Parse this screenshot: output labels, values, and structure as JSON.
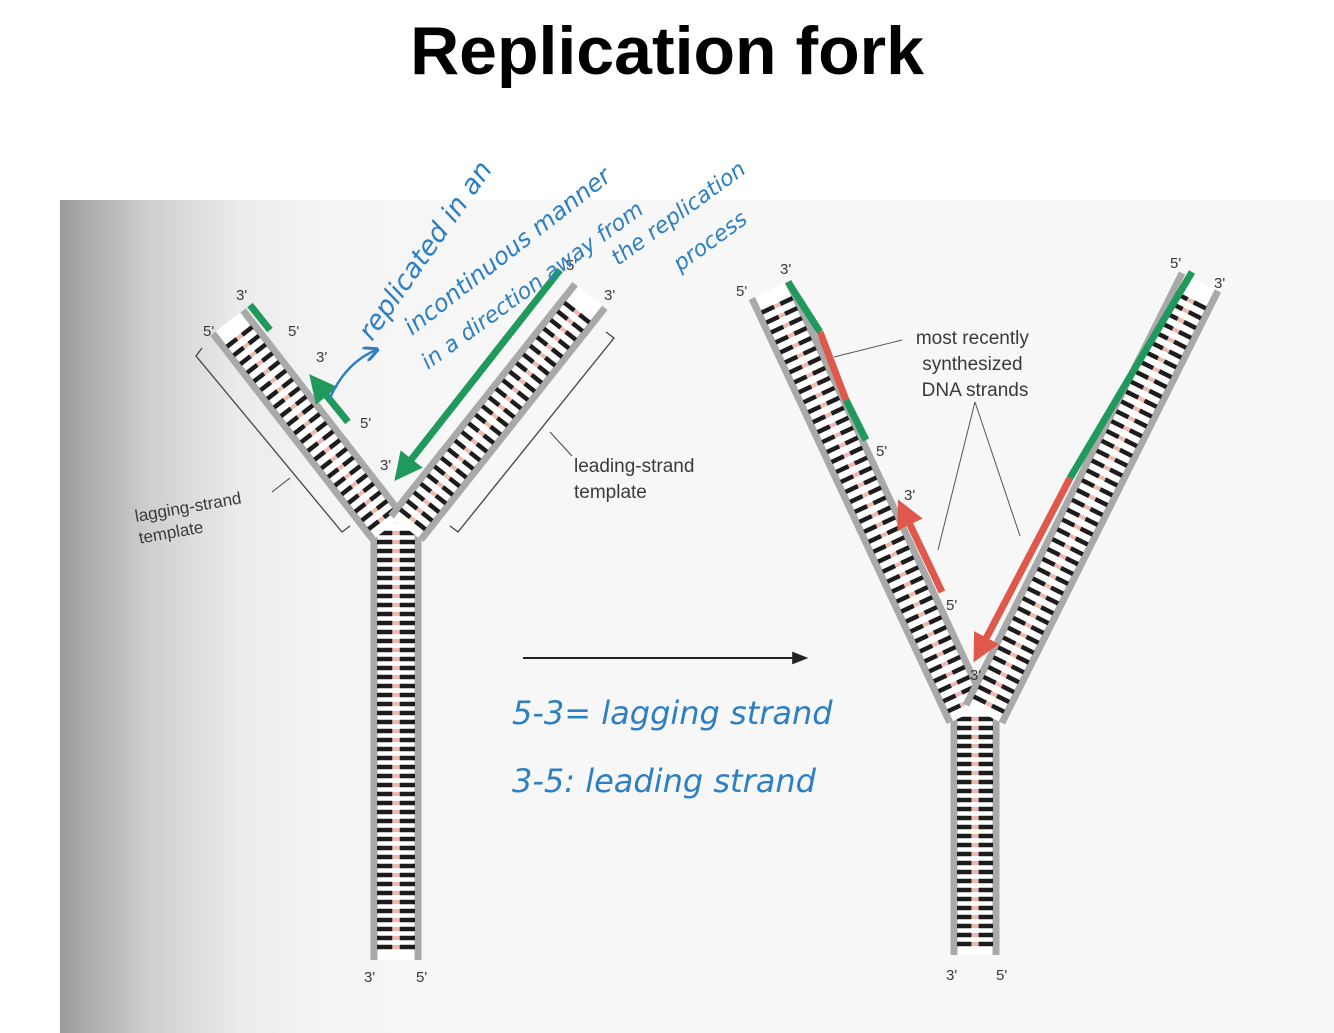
{
  "title": "Replication fork",
  "colors": {
    "template": "#a9a9a9",
    "base": "#1c1c1c",
    "pair": "#f0b7ad",
    "old_strand": "#1f9a5c",
    "new_strand": "#e0574b",
    "ink": "#2d7fc4"
  },
  "left_fork": {
    "end_3_left_arm": "3'",
    "end_5_left_arm_outer": "5'",
    "end_5_left_arm_inner": "5'",
    "okazaki_3": "3'",
    "okazaki_5": "5'",
    "leading_5_top": "5'",
    "leading_3_top": "3'",
    "leading_3_bottom": "3'",
    "stem_3": "3'",
    "stem_5": "5'",
    "lagging_label_line1": "lagging-strand",
    "lagging_label_line2": "template",
    "leading_label_line1": "leading-strand",
    "leading_label_line2": "template"
  },
  "right_fork": {
    "top_5_left": "5'",
    "top_3_left": "3'",
    "top_5_right": "5'",
    "top_3_right": "3'",
    "okazaki_5": "5'",
    "new_3": "3'",
    "new_5": "5'",
    "center_3": "3'",
    "stem_3": "3'",
    "stem_5": "5'",
    "note_line1": "most recently",
    "note_line2": "synthesized",
    "note_line3": "DNA strands"
  },
  "handwriting": {
    "line1": "replicated in an",
    "line2": "incontinuous manner",
    "line3": "in a direction away from",
    "line4": "the replication",
    "line5": "process",
    "legend1": "5-3= lagging strand",
    "legend2": "3-5: leading strand"
  }
}
